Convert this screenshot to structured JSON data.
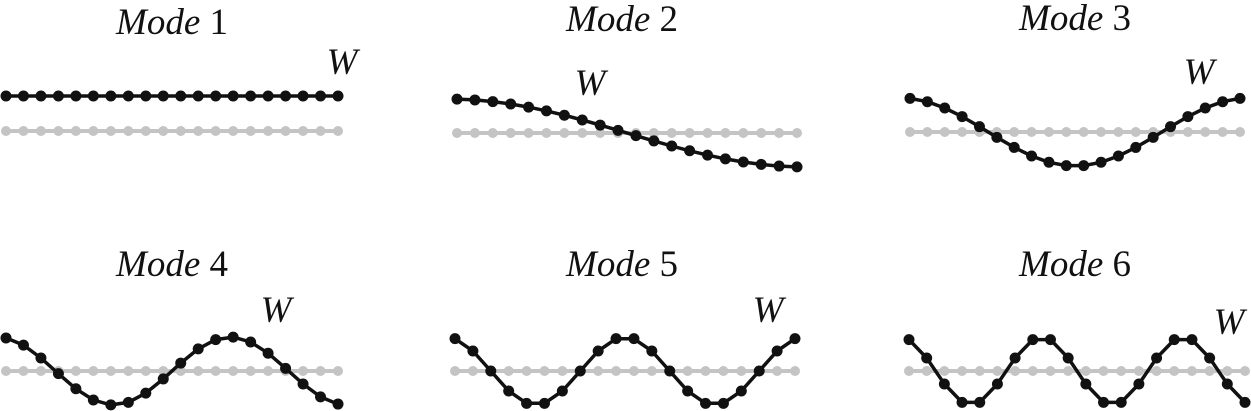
{
  "figure": {
    "node_count": 20,
    "colors": {
      "mode_curve": "#111111",
      "rest_chain": "#c4c4c4"
    },
    "panels": [
      {
        "title_italic": "Mode",
        "title_number": "1",
        "mode_number": 1,
        "w_label": "W"
      },
      {
        "title_italic": "Mode",
        "title_number": "2",
        "mode_number": 2,
        "w_label": "W"
      },
      {
        "title_italic": "Mode",
        "title_number": "3",
        "mode_number": 3,
        "w_label": "W"
      },
      {
        "title_italic": "Mode",
        "title_number": "4",
        "mode_number": 4,
        "w_label": "W"
      },
      {
        "title_italic": "Mode",
        "title_number": "5",
        "mode_number": 5,
        "w_label": "W"
      },
      {
        "title_italic": "Mode",
        "title_number": "6",
        "mode_number": 6,
        "w_label": "W"
      }
    ]
  }
}
